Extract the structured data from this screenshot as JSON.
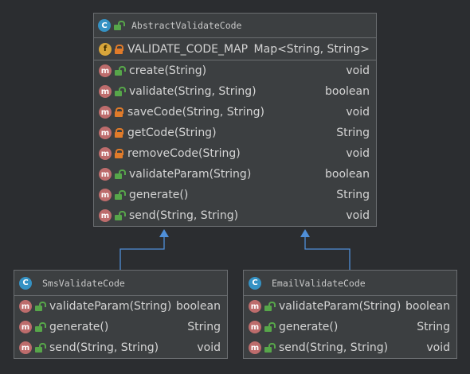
{
  "abstract_class": {
    "name": "AbstractValidateCode",
    "icon": "class-icon",
    "fields": [
      {
        "name": "VALIDATE_CODE_MAP",
        "type": "Map<String, String>",
        "visibility": "private"
      }
    ],
    "methods": [
      {
        "name": "create(String)",
        "type": "void",
        "visibility": "public"
      },
      {
        "name": "validate(String, String)",
        "type": "boolean",
        "visibility": "public"
      },
      {
        "name": "saveCode(String, String)",
        "type": "void",
        "visibility": "private"
      },
      {
        "name": "getCode(String)",
        "type": "String",
        "visibility": "private"
      },
      {
        "name": "removeCode(String)",
        "type": "void",
        "visibility": "private"
      },
      {
        "name": "validateParam(String)",
        "type": "boolean",
        "visibility": "public"
      },
      {
        "name": "generate()",
        "type": "String",
        "visibility": "public"
      },
      {
        "name": "send(String, String)",
        "type": "void",
        "visibility": "public"
      }
    ]
  },
  "sms_class": {
    "name": "SmsValidateCode",
    "methods": [
      {
        "name": "validateParam(String)",
        "type": "boolean",
        "visibility": "public"
      },
      {
        "name": "generate()",
        "type": "String",
        "visibility": "public"
      },
      {
        "name": "send(String, String)",
        "type": "void",
        "visibility": "public"
      }
    ]
  },
  "email_class": {
    "name": "EmailValidateCode",
    "methods": [
      {
        "name": "validateParam(String)",
        "type": "boolean",
        "visibility": "public"
      },
      {
        "name": "generate()",
        "type": "String",
        "visibility": "public"
      },
      {
        "name": "send(String, String)",
        "type": "void",
        "visibility": "public"
      }
    ]
  },
  "icons": {
    "class_letter": "C",
    "method_letter": "m",
    "field_letter": "f"
  },
  "colors": {
    "background": "#2b2d30",
    "class_box": "#3c3f41",
    "border": "#6a6d70",
    "arrow": "#4f8fd8",
    "class_badge": "#3592c4",
    "method_badge": "#bd6c6c",
    "field_badge": "#d7a53a",
    "public_lock": "#57a64a",
    "private_lock": "#e07b2a"
  }
}
